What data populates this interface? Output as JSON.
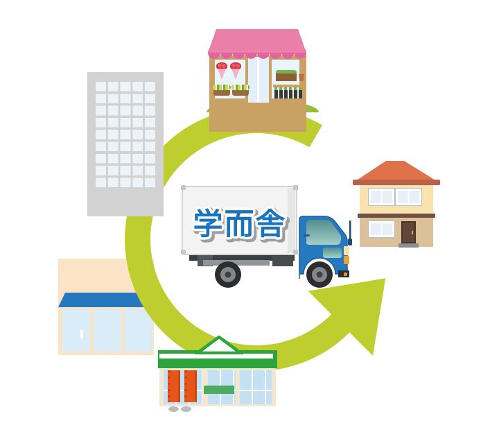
{
  "truck": {
    "logo_text": "学而舎",
    "logo_color": "#1a74bb",
    "box_color": "#f3f3f3",
    "cab_color": "#2679be"
  },
  "cycle_arrow": {
    "color": "#bfce2f",
    "direction": "counterclockwise"
  },
  "flower_shop": {
    "awning_color": "#ea7fa9",
    "awning_scallop_color": "#e1659c",
    "frame_color": "#c9a164",
    "grass_color": "#95bd3b"
  },
  "office_building": {
    "body_color": "#d2d2d2",
    "window_color": "#edf4f9",
    "window_columns": 5,
    "window_rows": 9
  },
  "house": {
    "roof_color": "#df714b",
    "eave_color": "#bb6149",
    "upper_wall_color": "#f8e3ae",
    "lower_wall_color": "#dcc09a",
    "door_color": "#5f4636"
  },
  "corner_shop": {
    "facade_color": "#fbe3c6",
    "awning_color": "#2478bd",
    "glass_color": "#d9ecf8"
  },
  "convenience_store": {
    "signage_color": "#2ca53d",
    "glass_color": "#c3e1f2",
    "vending_machine_color": "#e8551b",
    "shelf_band_color": "#4cab5e"
  }
}
